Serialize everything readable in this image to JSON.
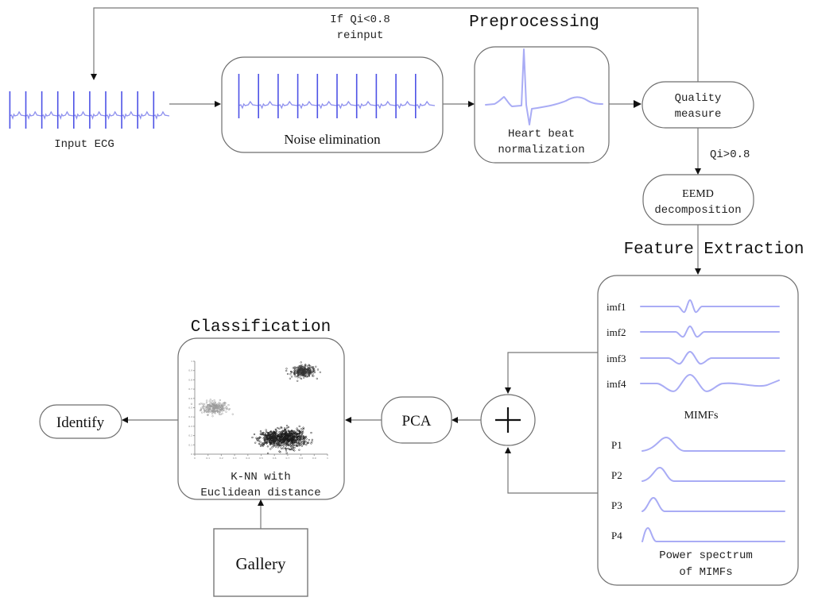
{
  "stages": {
    "preprocessing": "Preprocessing",
    "feature_extraction": "Feature Extraction",
    "classification": "Classification"
  },
  "nodes": {
    "input_ecg": "Input ECG",
    "noise_elimination": "Noise elimination",
    "heartbeat_normalization": [
      "Heart beat",
      "normalization"
    ],
    "quality_measure": [
      "Quality",
      "measure"
    ],
    "eemd": [
      "EEMD",
      "decomposition"
    ],
    "mimfs_caption": "MIMFs",
    "power_caption": [
      "Power spectrum",
      "of MIMFs"
    ],
    "sum_symbol": "+",
    "pca": "PCA",
    "knn": [
      "K-NN with",
      "Euclidean distance"
    ],
    "identify": "Identify",
    "gallery": "Gallery"
  },
  "edge_labels": {
    "reinput": [
      "If Qi<0.8",
      "reinput"
    ],
    "pass": "Qi>0.8"
  },
  "imf_labels": [
    "imf1",
    "imf2",
    "imf3",
    "imf4"
  ],
  "power_labels": [
    "P1",
    "P2",
    "P3",
    "P4"
  ],
  "scatter": {
    "x_ticks": [
      "0",
      "0.1",
      "0.2",
      "0.3",
      "0.4",
      "0.5",
      "0.6",
      "0.7",
      "0.8",
      "0.9",
      "1"
    ],
    "y_ticks": [
      "0",
      "0.1",
      "0.2",
      "0.3",
      "0.4",
      "0.5",
      "0.6",
      "0.7",
      "0.8",
      "0.9",
      "1"
    ],
    "clusters": [
      {
        "cx": 0.15,
        "cy": 0.5,
        "sx": 0.05,
        "sy": 0.035,
        "n": 220,
        "shade": "#9a9a9a"
      },
      {
        "cx": 0.82,
        "cy": 0.89,
        "sx": 0.045,
        "sy": 0.03,
        "n": 260,
        "shade": "#333333"
      },
      {
        "cx": 0.58,
        "cy": 0.17,
        "sx": 0.05,
        "sy": 0.04,
        "n": 330,
        "shade": "#222222"
      },
      {
        "cx": 0.72,
        "cy": 0.17,
        "sx": 0.06,
        "sy": 0.05,
        "n": 480,
        "shade": "#1a1a1a"
      }
    ]
  },
  "colors": {
    "signal": "#a9acf5",
    "ecg": "#4d52e6",
    "border": "#6e6e6e"
  }
}
